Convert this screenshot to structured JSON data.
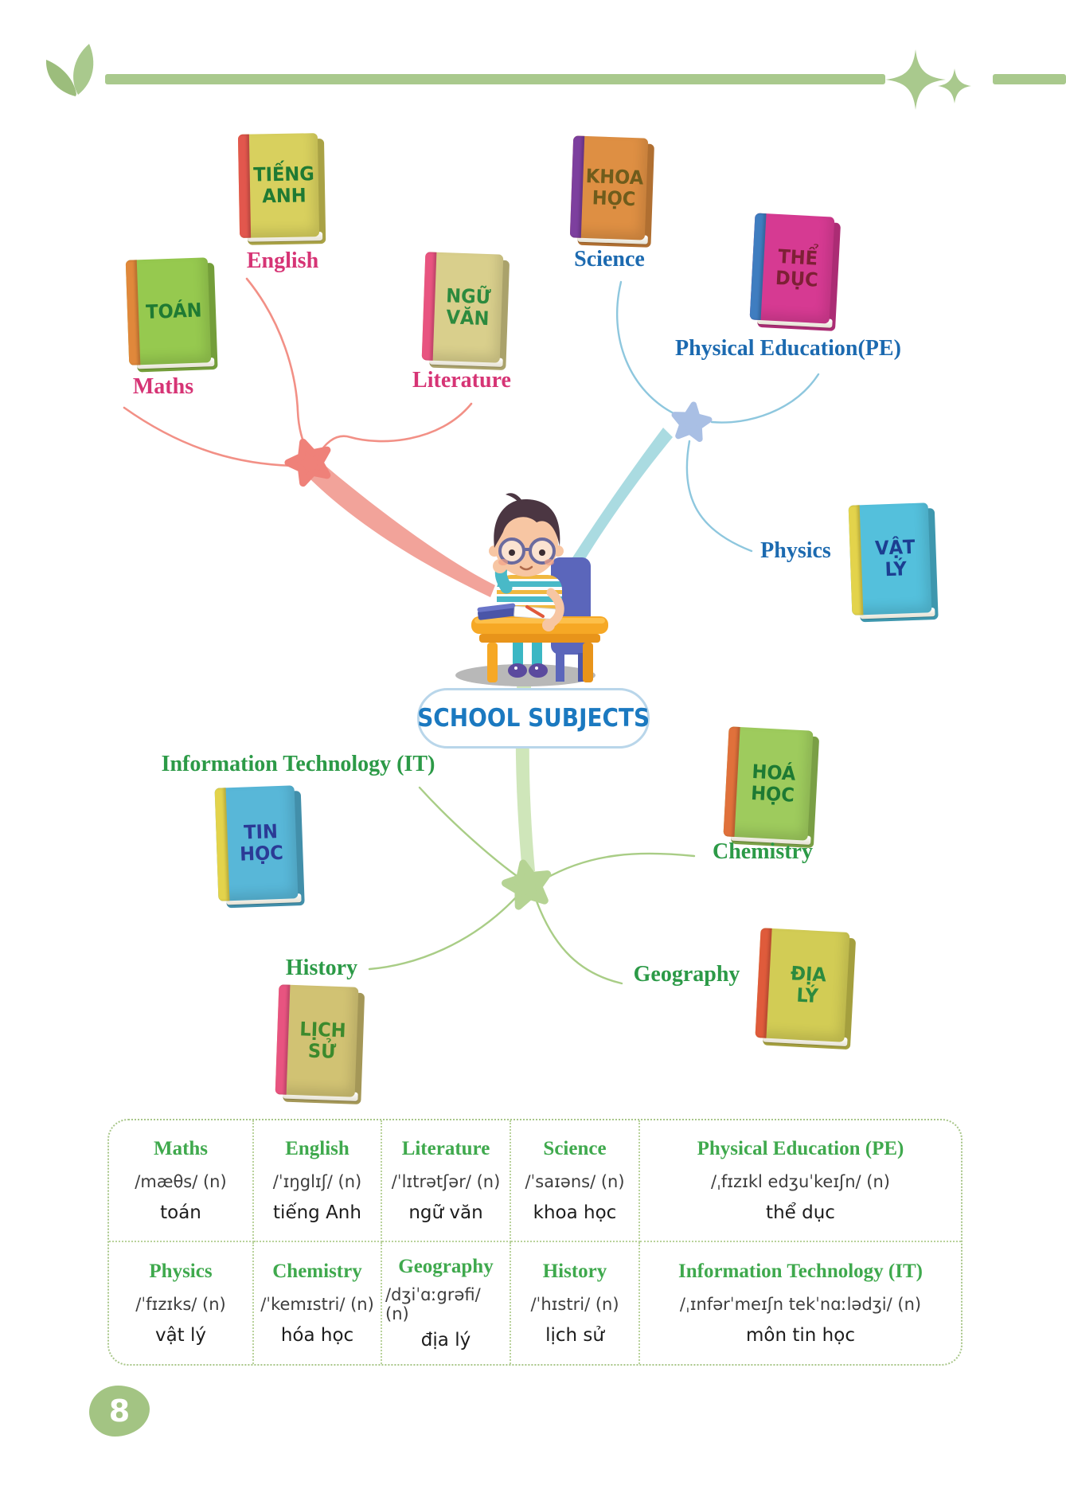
{
  "decor": {
    "accent_green": "#a9c98d"
  },
  "badge": {
    "text": "SCHOOL SUBJECTS",
    "color": "#1b79c0"
  },
  "page_number": "8",
  "mindmap": {
    "hub_colors": {
      "pink": "#ef8179",
      "blue": "#a9bfe4",
      "green": "#b5d393"
    },
    "books": [
      {
        "title": "TIẾNG\nANH",
        "cover": "#d8d05e",
        "spine": "#e2574d",
        "title_color": "#1f7a33",
        "label": "English",
        "label_color": "#d63475"
      },
      {
        "title": "TOÁN",
        "cover": "#96c94f",
        "spine": "#e0883b",
        "title_color": "#1f7a33",
        "label": "Maths",
        "label_color": "#d63475"
      },
      {
        "title": "NGỮ\nVĂN",
        "cover": "#d9cf8c",
        "spine": "#e85480",
        "title_color": "#2c8a3e",
        "label": "Literature",
        "label_color": "#d63475"
      },
      {
        "title": "KHOA\nHỌC",
        "cover": "#de8f43",
        "spine": "#7d3f9e",
        "title_color": "#6f5c1c",
        "label": "Science",
        "label_color": "#1c6ab0"
      },
      {
        "title": "THỂ\nDỤC",
        "cover": "#d63a92",
        "spine": "#3f7dc0",
        "title_color": "#7d2035",
        "label": "Physical Education(PE)",
        "label_color": "#1c6ab0"
      },
      {
        "title": "VẬT\nLÝ",
        "cover": "#54c0dc",
        "spine": "#e3d34b",
        "title_color": "#1c3e91",
        "label": "Physics",
        "label_color": "#1c6ab0"
      },
      {
        "title": "TIN\nHỌC",
        "cover": "#58b7d8",
        "spine": "#e3d34b",
        "title_color": "#2b3a96",
        "label": "Information Technology (IT)",
        "label_color": "#2c9a47"
      },
      {
        "title": "HOÁ\nHỌC",
        "cover": "#9ecb5d",
        "spine": "#e0713b",
        "title_color": "#1d7a33",
        "label": "Chemistry",
        "label_color": "#2c9a47"
      },
      {
        "title": "ĐỊA\nLÝ",
        "cover": "#d2cc55",
        "spine": "#df5b3b",
        "title_color": "#2c8a3e",
        "label": "Geography",
        "label_color": "#2c9a47"
      },
      {
        "title": "LỊCH\nSỬ",
        "cover": "#d1c273",
        "spine": "#e85480",
        "title_color": "#3c8a2d",
        "label": "History",
        "label_color": "#2c9a47"
      }
    ]
  },
  "table": {
    "header_color": "#3fa94d",
    "rows": [
      [
        {
          "en": "Maths",
          "ipa": "/mæθs/ (n)",
          "vi": "toán"
        },
        {
          "en": "English",
          "ipa": "/ˈɪŋglɪʃ/ (n)",
          "vi": "tiếng Anh"
        },
        {
          "en": "Literature",
          "ipa": "/ˈlɪtrətʃər/ (n)",
          "vi": "ngữ văn"
        },
        {
          "en": "Science",
          "ipa": "/ˈsaɪəns/ (n)",
          "vi": "khoa học"
        },
        {
          "en": "Physical Education (PE)",
          "ipa": "/ˌfɪzɪkl edʒuˈkeɪʃn/ (n)",
          "vi": "thể dục"
        }
      ],
      [
        {
          "en": "Physics",
          "ipa": "/ˈfɪzɪks/ (n)",
          "vi": "vật lý"
        },
        {
          "en": "Chemistry",
          "ipa": "/ˈkemɪstri/ (n)",
          "vi": "hóa học"
        },
        {
          "en": "Geography",
          "ipa": "/dʒiˈɑːgrəfi/ (n)",
          "vi": "địa lý"
        },
        {
          "en": "History",
          "ipa": "/ˈhɪstri/ (n)",
          "vi": "lịch sử"
        },
        {
          "en": "Information Technology (IT)",
          "ipa": "/ˌɪnfərˈmeɪʃn tekˈnɑːlədʒi/ (n)",
          "vi": "môn tin học"
        }
      ]
    ]
  }
}
